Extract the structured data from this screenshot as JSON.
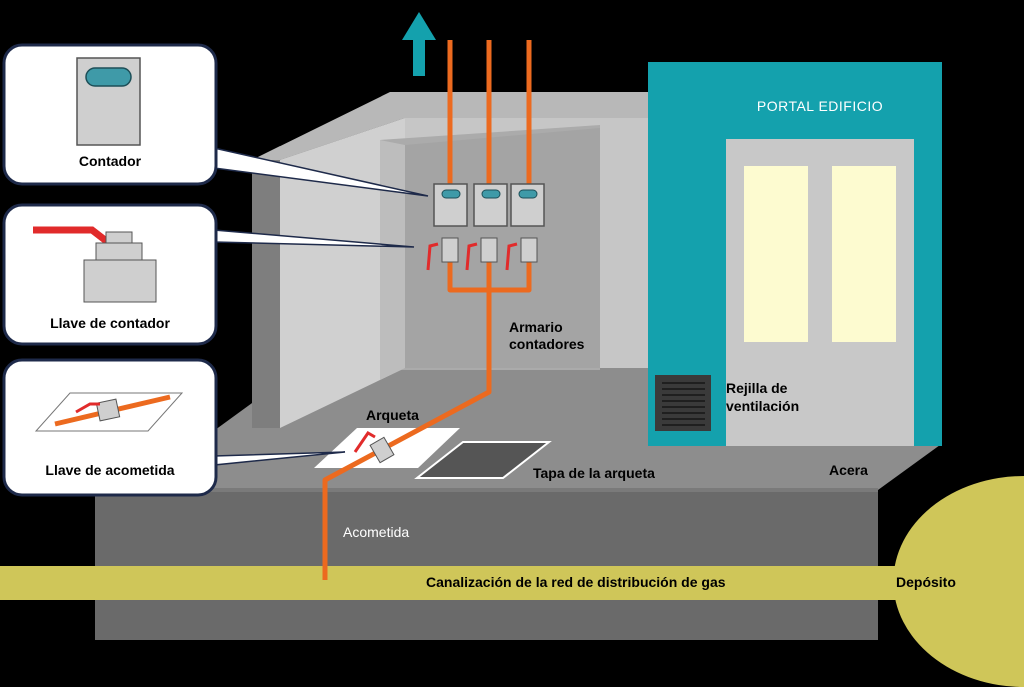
{
  "colors": {
    "background": "#000000",
    "ground": "#6a6a6a",
    "sidewalk": "#8a8a8a",
    "wall": "#c6c6c6",
    "cabinet": "#a9a9a9",
    "pipe": "#ec6a1f",
    "gas_main": "#cfc659",
    "portal": "#14a1ad",
    "door_glass": "#fdfbd0",
    "valve_red": "#e12b2b",
    "meter_display": "#3f9aa8",
    "callout_border": "#1e2a4a"
  },
  "callouts": {
    "meter": {
      "label": "Contador",
      "icon": "gas-meter-icon"
    },
    "meter_valve": {
      "label": "Llave de contador",
      "icon": "ball-valve-icon"
    },
    "service_valve": {
      "label": "Llave de acometida",
      "icon": "buried-valve-icon"
    }
  },
  "labels": {
    "portal": "PORTAL EDIFICIO",
    "cabinet": [
      "Armario",
      "contadores"
    ],
    "vent": [
      "Rejilla de",
      "ventilación"
    ],
    "pit": "Arqueta",
    "pit_cover": "Tapa de la arqueta",
    "sidewalk": "Acera",
    "service_line": "Acometida",
    "gas_main": "Canalización de la red de distribución de gas",
    "tank": "Depósito"
  },
  "icons": {
    "up_arrow": "up-arrow-icon",
    "vent_grille": "vent-grille-icon"
  }
}
